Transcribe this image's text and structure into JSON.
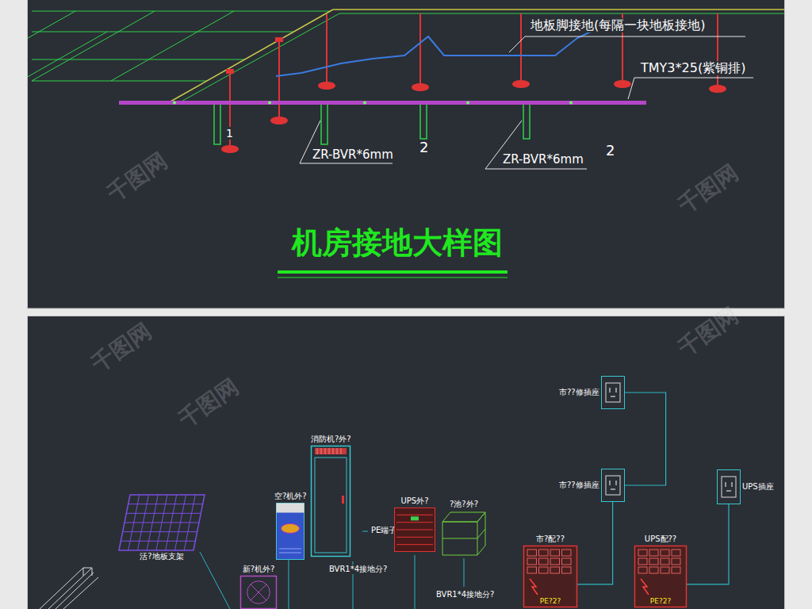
{
  "diagram": {
    "title": "机房接地大样图",
    "nodes": [
      {
        "text": [
          "市??修插座"
        ]
      },
      {
        "text": [
          "消防机?外?"
        ]
      },
      {
        "text": [
          "市??修插座"
        ]
      },
      {
        "text": [
          "UPS插座"
        ]
      },
      {
        "text": [
          "空?机外?"
        ]
      },
      {
        "text": [
          "UPS外?"
        ]
      },
      {
        "text": [
          "?池?外?"
        ]
      },
      {
        "text": [
          "活?地板支架"
        ]
      },
      {
        "text": [
          "市?配??",
          "PE?2?"
        ]
      },
      {
        "text": [
          "UPS配??",
          "PE?2?"
        ]
      },
      {
        "text": [
          "新?机外?"
        ]
      }
    ],
    "edges": [
      {
        "from": 0,
        "to": 2,
        "arrow": "none"
      },
      {
        "from": 2,
        "to": 8,
        "arrow": "none"
      },
      {
        "from": 3,
        "to": 9,
        "arrow": "none"
      }
    ],
    "labels": [
      "地板脚接地(每隔一块地板接地)",
      "TMY3*25(紫铜排)",
      "1",
      "ZR-BVR*6mm",
      "2",
      "ZR-BVR*6mm",
      "2",
      "PE端子",
      "BVR1*4接地分?",
      "BVR1*4接地分?",
      "千图网",
      "千图网",
      "千图网",
      "千图网",
      "千图网"
    ]
  }
}
